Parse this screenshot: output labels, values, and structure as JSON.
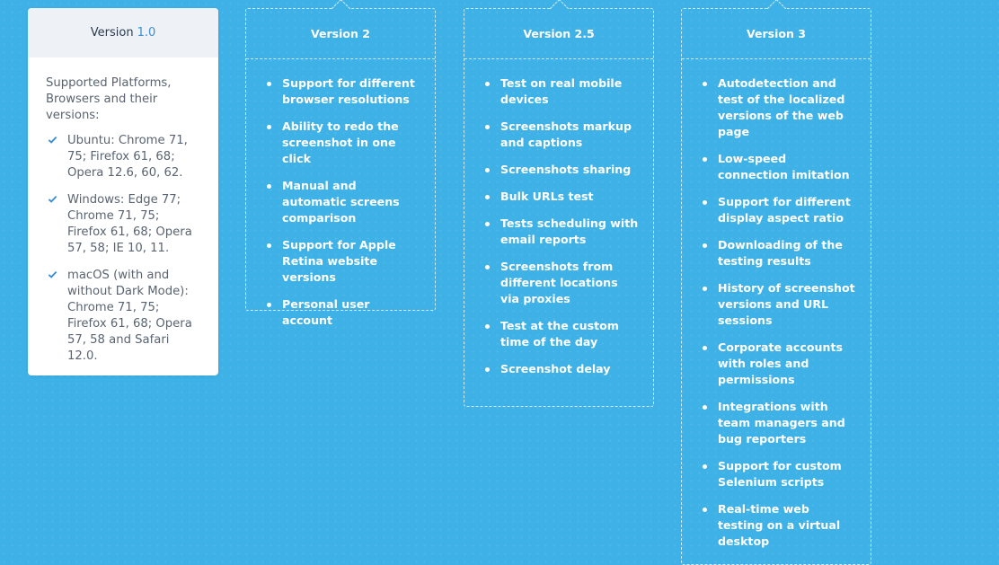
{
  "version_1": {
    "label": "Version",
    "number": "1.0",
    "intro": "Supported Platforms, Browsers and their versions:",
    "items": [
      "Ubuntu: Chrome 71, 75; Firefox 61, 68; Opera 12.6, 60, 62.",
      "Windows: Edge 77; Chrome 71, 75; Firefox 61, 68; Opera 57, 58; IE 10, 11.",
      "macOS (with and without Dark Mode): Chrome 71, 75; Firefox 61, 68; Opera 57, 58 and Safari 12.0."
    ]
  },
  "version_2": {
    "title": "Version 2",
    "items": [
      "Support for different browser resolutions",
      "Ability to redo the screenshot in one click",
      "Manual and automatic screens comparison",
      "Support for Apple Retina website versions",
      "Personal user account"
    ]
  },
  "version_2_5": {
    "title": "Version 2.5",
    "items": [
      "Test on real mobile devices",
      "Screenshots markup and captions",
      "Screenshots sharing",
      "Bulk URLs test",
      "Tests scheduling with email reports",
      "Screenshots from different locations via proxies",
      "Test at the custom time of the day",
      "Screenshot delay"
    ]
  },
  "version_3": {
    "title": "Version 3",
    "items": [
      "Autodetection and test of the localized versions of the web page",
      "Low-speed connection imitation",
      "Support for different display aspect ratio",
      "Downloading of the testing results",
      "History of screenshot versions and URL sessions",
      "Corporate accounts with roles and permissions",
      "Integrations with team managers and bug reporters",
      "Support for custom Selenium scripts",
      "Real-time web testing on a virtual desktop"
    ]
  },
  "colors": {
    "background": "#3eb1e6",
    "active_card": "#ffffff",
    "active_header": "#eef2f7",
    "accent_version": "#3a8fd0",
    "check": "#3a8fd0"
  },
  "icons": {
    "list_marker_active": "check-icon",
    "list_marker": "bullet-dot"
  }
}
